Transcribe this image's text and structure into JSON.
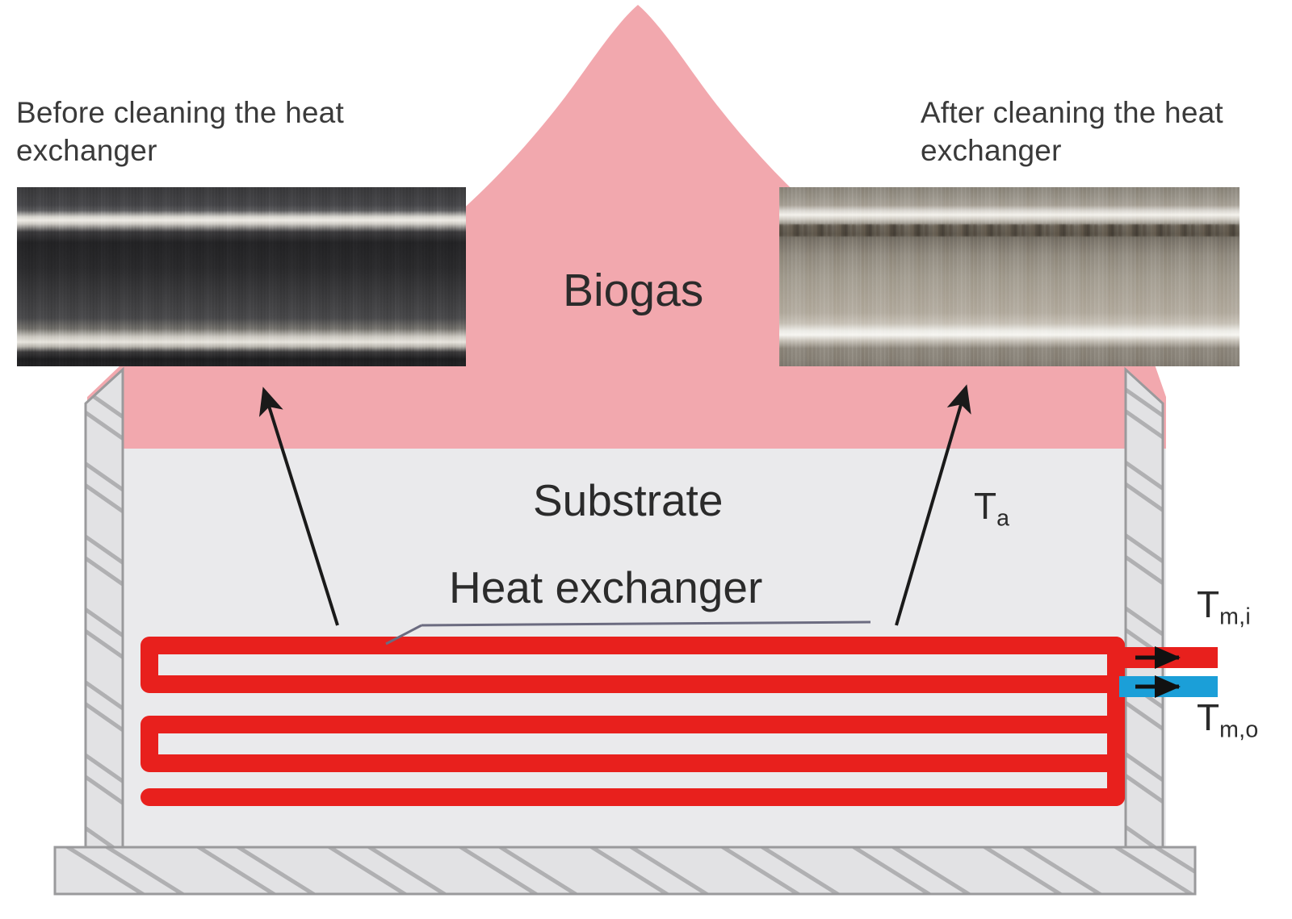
{
  "captions": {
    "before": "Before cleaning the heat\nexchanger",
    "after": "After cleaning the heat\nexchanger"
  },
  "regions": {
    "biogas": "Biogas",
    "substrate": "Substrate",
    "heat_exchanger": "Heat exchanger"
  },
  "temperatures": {
    "ambient": {
      "symbol": "T",
      "subscript": "a"
    },
    "medium_in": {
      "symbol": "T",
      "subscript": "m,i"
    },
    "medium_out": {
      "symbol": "T",
      "subscript": "m,o"
    }
  },
  "photos": {
    "before": "fouled-heat-exchanger-pipe-photo",
    "after": "clean-heat-exchanger-pipe-photo"
  },
  "flow": {
    "inlet_direction": "right",
    "outlet_direction": "right"
  },
  "colors": {
    "biogas_fill": "#f2a8ae",
    "substrate_fill": "#eaeaec",
    "wall_fill": "#e2e2e4",
    "wall_stroke": "#9a9a9c",
    "hatch_stroke": "#b0b0b2",
    "coil_red": "#e8201d",
    "pipe_blue": "#1b9fd8",
    "text": "#2b2b2b",
    "arrow": "#1a1a1a",
    "leader_line": "#6b6b80"
  }
}
